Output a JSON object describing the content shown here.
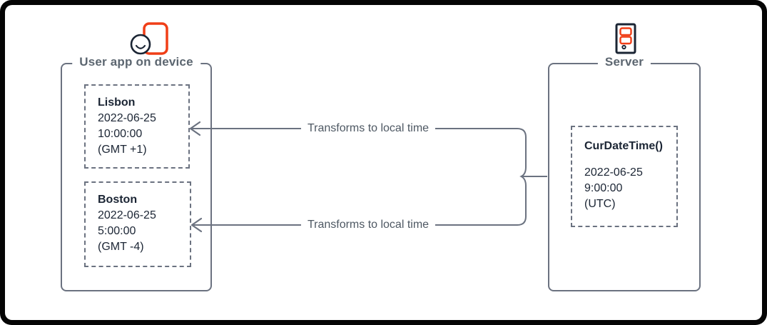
{
  "device_group": {
    "label": "User app on device",
    "icon": "user-app-phone-icon",
    "cards": [
      {
        "title": "Lisbon",
        "date": "2022-06-25",
        "time": "10:00:00",
        "zone": "(GMT +1)"
      },
      {
        "title": "Boston",
        "date": "2022-06-25",
        "time": "5:00:00",
        "zone": "(GMT -4)"
      }
    ]
  },
  "server_group": {
    "label": "Server",
    "icon": "server-icon",
    "card": {
      "title": "CurDateTime()",
      "date": "2022-06-25",
      "time": "9:00:00",
      "zone": "(UTC)"
    }
  },
  "connectors": [
    {
      "label": "Transforms to local time",
      "from": "server",
      "to": "Lisbon"
    },
    {
      "label": "Transforms to local time",
      "from": "server",
      "to": "Boston"
    }
  ],
  "colors": {
    "accent_orange": "#F03E17",
    "line_gray": "#6B7280",
    "dark_navy": "#1B2534",
    "label_gray": "#5C6670"
  }
}
